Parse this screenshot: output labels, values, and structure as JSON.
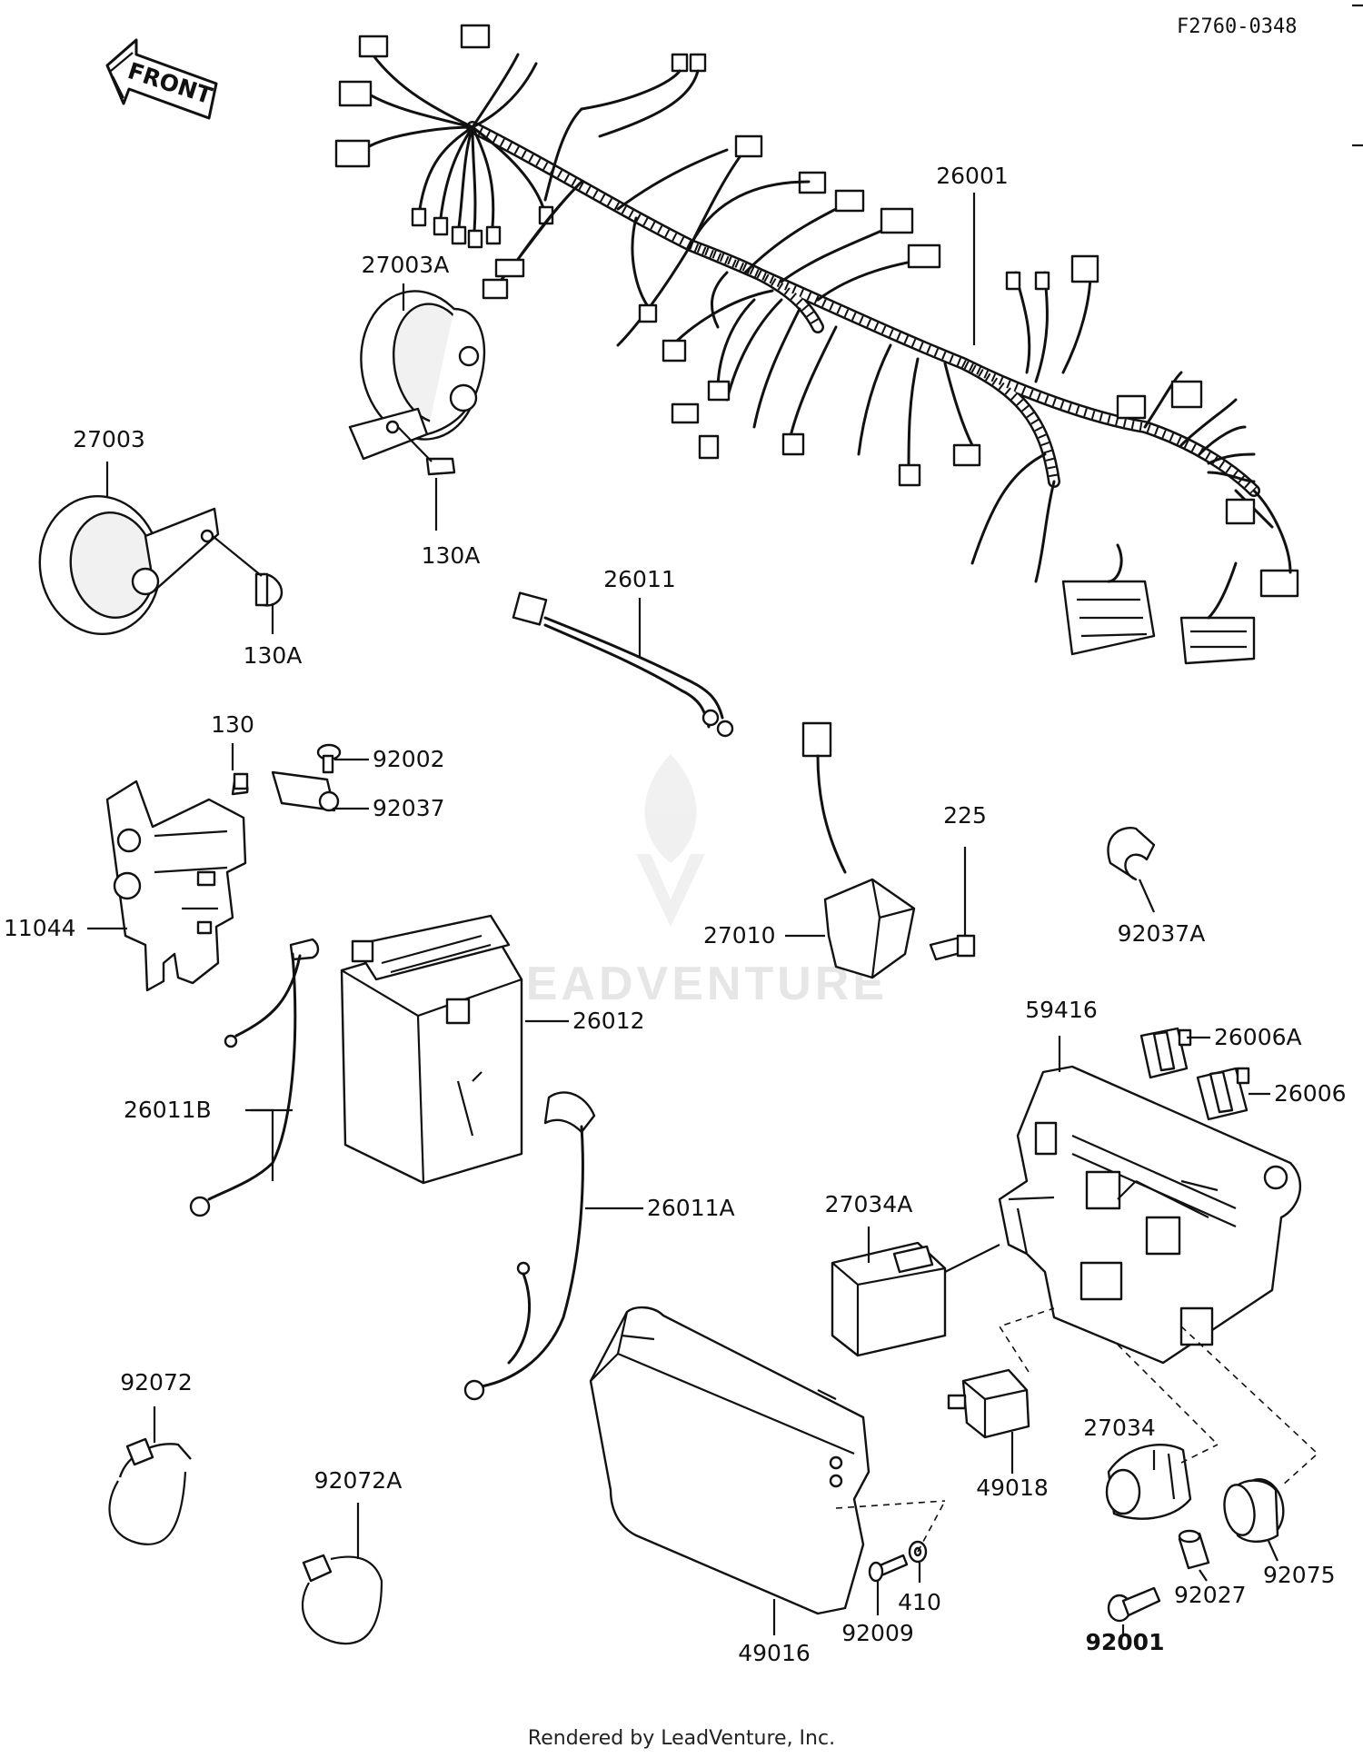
{
  "document": {
    "code": "F2760-0348",
    "footer": "Rendered by LeadVenture, Inc.",
    "front_arrow_label": "FRONT",
    "watermark": "LEADVENTURE"
  },
  "parts": [
    {
      "ref": "26001"
    },
    {
      "ref": "27003A"
    },
    {
      "ref": "27003"
    },
    {
      "ref": "130A"
    },
    {
      "ref": "130A"
    },
    {
      "ref": "26011"
    },
    {
      "ref": "130"
    },
    {
      "ref": "92002"
    },
    {
      "ref": "92037"
    },
    {
      "ref": "11044"
    },
    {
      "ref": "225"
    },
    {
      "ref": "27010"
    },
    {
      "ref": "92037A"
    },
    {
      "ref": "26012"
    },
    {
      "ref": "59416"
    },
    {
      "ref": "26006A"
    },
    {
      "ref": "26006"
    },
    {
      "ref": "26011B"
    },
    {
      "ref": "26011A"
    },
    {
      "ref": "27034A"
    },
    {
      "ref": "92072"
    },
    {
      "ref": "92072A"
    },
    {
      "ref": "49018"
    },
    {
      "ref": "27034"
    },
    {
      "ref": "92075"
    },
    {
      "ref": "92027"
    },
    {
      "ref": "92001"
    },
    {
      "ref": "410"
    },
    {
      "ref": "92009"
    },
    {
      "ref": "49016"
    }
  ]
}
